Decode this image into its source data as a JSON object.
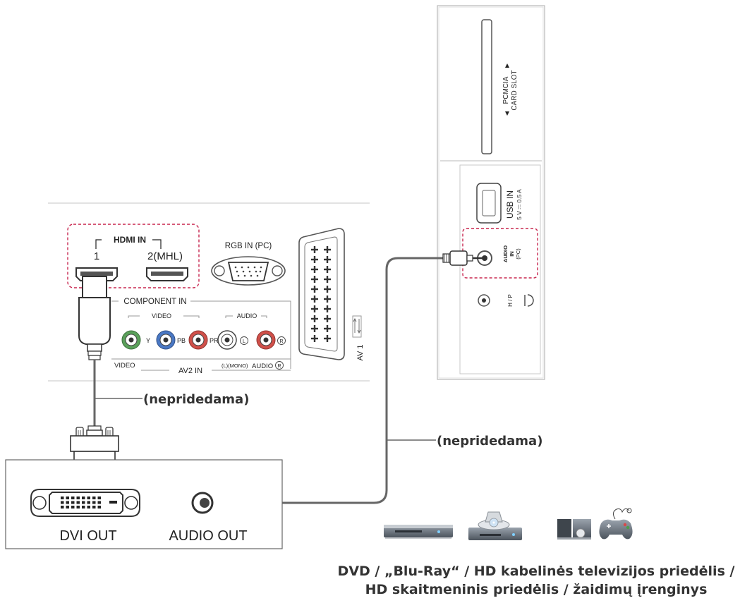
{
  "tv_side_panel": {
    "pcmcia_line1": "PCMCIA",
    "pcmcia_line2": "CARD SLOT",
    "usb_label": "USB IN",
    "usb_spec": "5 V ⎓ 0.5 A",
    "audio_in_line1": "AUDIO",
    "audio_in_line2": "IN",
    "audio_in_line3": "(PC)",
    "headphone_label": "H / P"
  },
  "tv_rear_panel": {
    "hdmi_in": "HDMI IN",
    "hdmi_port1": "1",
    "hdmi_port2": "2(MHL)",
    "rgb_in": "RGB IN (PC)",
    "component_in": "COMPONENT IN",
    "video_group": "VIDEO",
    "audio_group": "AUDIO",
    "y": "Y",
    "pb": "PB",
    "pr": "PR",
    "l": "L",
    "r": "R",
    "bottom_video": "VIDEO",
    "av2_in": "AV2 IN",
    "l_mono": "(L)(MONO)",
    "audio_bottom": "AUDIO",
    "r_circle": "R",
    "av1": "AV 1"
  },
  "cables": {
    "hdmi_dvi_cable": "(nepridedama)",
    "audio_cable": "(nepridedama)"
  },
  "device_panel": {
    "dvi_out": "DVI OUT",
    "audio_out": "AUDIO OUT"
  },
  "caption": {
    "line1": "DVD / „Blu-Ray“ / HD kabelinės televizijos priedėlis /",
    "line2": "HD skaitmeninis priedėlis / žaidimų įrenginys"
  },
  "colors": {
    "dashed_highlight": "#c8264f",
    "cable": "#666666",
    "y_port": "#5aa05a",
    "pb_port": "#4a78c4",
    "pr_port": "#d0504a"
  }
}
